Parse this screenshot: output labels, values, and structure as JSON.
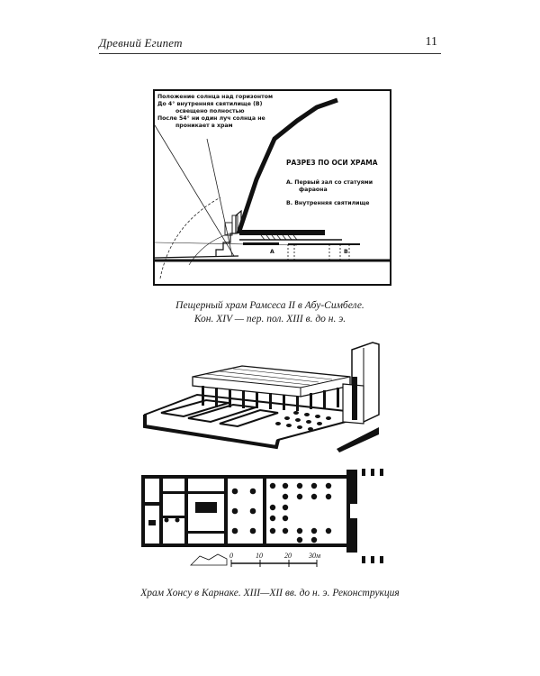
{
  "header": {
    "title": "Древний Египет",
    "page_number": "11"
  },
  "figure1": {
    "annotation": {
      "line1": "Положение солнца над горизонтом",
      "line2": "До 4° внутренняя святилище (В)",
      "line3": "освещено полностью",
      "line4": "После 54° ни один луч солнца не",
      "line5": "проникает в храм"
    },
    "legend": {
      "title": "РАЗРЕЗ ПО ОСИ ХРАМА",
      "item_a_line1": "А. Первый зал со статуями",
      "item_a_line2": "фараона",
      "item_b": "В. Внутренняя святилище"
    },
    "label_a": "А",
    "label_b": "В"
  },
  "caption1": {
    "line1": "Пещерный храм Рамсеса II в Абу-Симбеле.",
    "line2": "Кон. XIV — пер. пол. XIII в. до н. э."
  },
  "scale": {
    "t0": "0",
    "t1": "10",
    "t2": "20",
    "t3": "30м"
  },
  "caption2": {
    "text": "Храм Хонсу в Карнаке. XIII—XII вв. до н. э. Реконструкция"
  }
}
